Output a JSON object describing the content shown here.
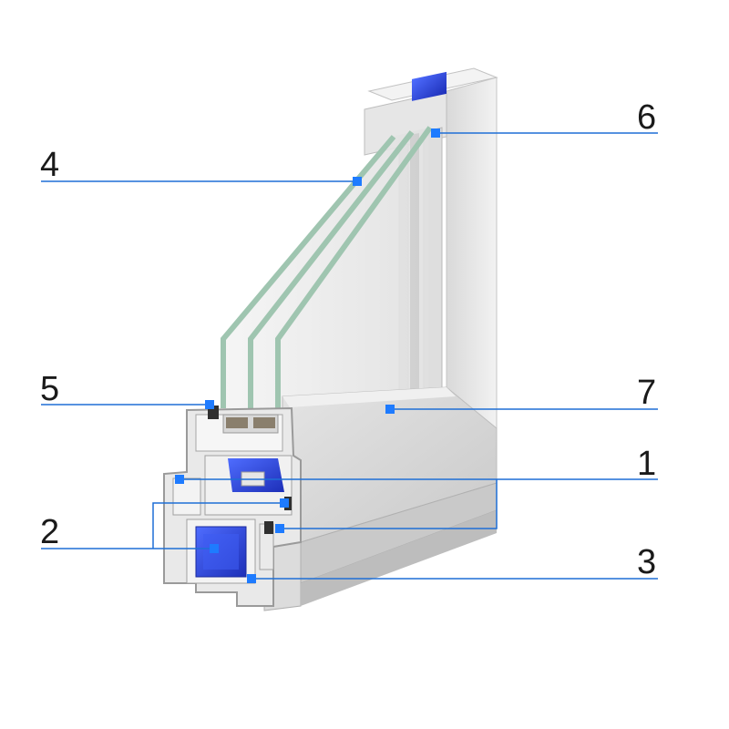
{
  "colors": {
    "leader_line": "#1e6fd6",
    "marker": "#1e7bff",
    "pvc_light": "#ececec",
    "pvc_mid": "#d2d2d2",
    "pvc_dark": "#b4b4b4",
    "reinforcement": "#2e46d8",
    "glass_edge": "#9fc5b0",
    "seal": "#333333",
    "background": "#ffffff"
  },
  "callouts": [
    {
      "id": "4",
      "label": "4"
    },
    {
      "id": "6",
      "label": "6"
    },
    {
      "id": "5",
      "label": "5"
    },
    {
      "id": "7",
      "label": "7"
    },
    {
      "id": "1",
      "label": "1"
    },
    {
      "id": "2",
      "label": "2"
    },
    {
      "id": "3",
      "label": "3"
    }
  ]
}
